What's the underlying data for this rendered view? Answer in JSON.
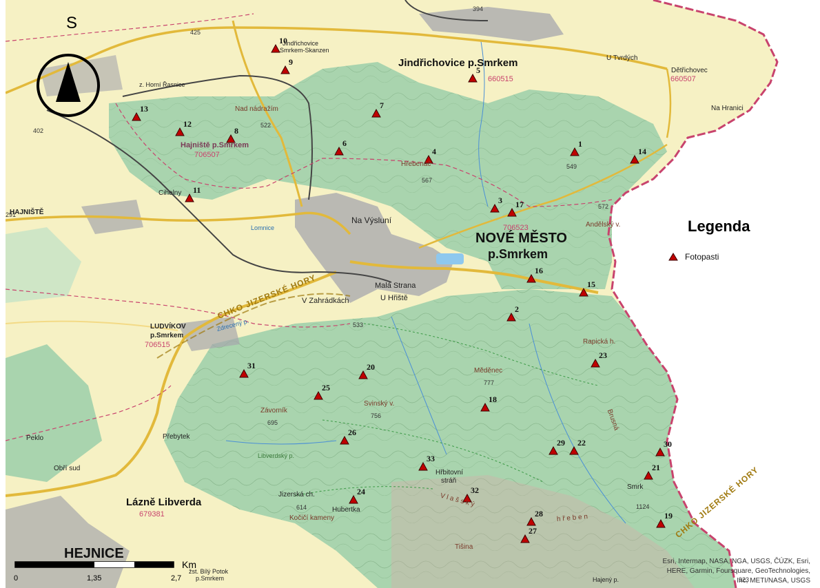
{
  "map": {
    "towns_big": [
      {
        "id": "nove-mesto-1",
        "text": "NOVÉ MĚSTO"
      },
      {
        "id": "nove-mesto-2",
        "text": "p.Smrkem"
      },
      {
        "id": "jindrichovice",
        "text": "Jindřichovice p.Smrkem"
      },
      {
        "id": "hejnice",
        "text": "HEJNICE"
      },
      {
        "id": "lazne-libverda",
        "text": "Lázně Libverda"
      }
    ],
    "places": [
      {
        "id": "na-vysluni",
        "text": "Na Výsluní"
      },
      {
        "id": "mala-strana",
        "text": "Malá Strana"
      },
      {
        "id": "u-hriste",
        "text": "U Hřiště"
      },
      {
        "id": "v-zahradkach",
        "text": "V Zahrádkách"
      },
      {
        "id": "hajniste",
        "text": "HAJNIŠTĚ"
      },
      {
        "id": "ludvikov",
        "text": "LUDVÍKOV"
      },
      {
        "id": "ludvikov-2",
        "text": "p.Smrkem"
      },
      {
        "id": "cihelny",
        "text": "Cihelny"
      },
      {
        "id": "z-horni-rasnice",
        "text": "z. Horní Řasnice"
      },
      {
        "id": "nad-nadrazim",
        "text": "Nad nádražím"
      },
      {
        "id": "hajniste-psmrkem",
        "text": "Hajniště p.Smrkem"
      },
      {
        "id": "hrebenac",
        "text": "Hřebenáč"
      },
      {
        "id": "u-tvrdych",
        "text": "U Tvrdých"
      },
      {
        "id": "detrichovec",
        "text": "Dětřichovec"
      },
      {
        "id": "na-hranici",
        "text": "Na Hranici"
      },
      {
        "id": "andelsky",
        "text": "Andělský v."
      },
      {
        "id": "rapicka",
        "text": "Rapická h."
      },
      {
        "id": "medenec",
        "text": "Měděnec"
      },
      {
        "id": "svinsky",
        "text": "Svinský v."
      },
      {
        "id": "zavornik",
        "text": "Závorník"
      },
      {
        "id": "pekl",
        "text": "Peklo"
      },
      {
        "id": "prebytek",
        "text": "Přebytek"
      },
      {
        "id": "libverdsky",
        "text": "Libverdský p."
      },
      {
        "id": "obri-sud",
        "text": "Obří sud"
      },
      {
        "id": "hrbitovni",
        "text": "Hřbitovní"
      },
      {
        "id": "stran",
        "text": "stráň"
      },
      {
        "id": "jizerska-ch",
        "text": "Jizerská ch."
      },
      {
        "id": "hubertka",
        "text": "Hubertka"
      },
      {
        "id": "kocici",
        "text": "Kočičí kameny"
      },
      {
        "id": "smrk",
        "text": "Smrk"
      },
      {
        "id": "tisina",
        "text": "Tišina"
      },
      {
        "id": "zst-bily-potok",
        "text": "žst. Bílý Potok"
      },
      {
        "id": "zst-bily-potok-2",
        "text": "p.Smrkem"
      },
      {
        "id": "jindrichovice-skanzen",
        "text": "Jindřichovice"
      },
      {
        "id": "jindrichovice-skanzen-2",
        "text": "Smrkem-Skanzen"
      },
      {
        "id": "haleny",
        "text": "Hajený p."
      },
      {
        "id": "lomnice",
        "text": "Lomnice"
      },
      {
        "id": "zdrecny",
        "text": "Zdrecený p."
      },
      {
        "id": "brusna",
        "text": "Brusná"
      },
      {
        "id": "vlassky",
        "text": "V l a š s k ý"
      },
      {
        "id": "hreben",
        "text": "h ř e b e n"
      }
    ],
    "codes": [
      {
        "id": "c660515",
        "text": "660515"
      },
      {
        "id": "c660507",
        "text": "660507"
      },
      {
        "id": "c706507",
        "text": "706507"
      },
      {
        "id": "c706523",
        "text": "706523"
      },
      {
        "id": "c706515",
        "text": "706515"
      },
      {
        "id": "c679381",
        "text": "679381"
      }
    ],
    "peaks": [
      {
        "id": "p394",
        "text": "394"
      },
      {
        "id": "p425",
        "text": "425"
      },
      {
        "id": "p402",
        "text": "402"
      },
      {
        "id": "p522",
        "text": "522"
      },
      {
        "id": "p567",
        "text": "567"
      },
      {
        "id": "p549",
        "text": "549"
      },
      {
        "id": "p572",
        "text": "572"
      },
      {
        "id": "p533",
        "text": "533"
      },
      {
        "id": "p777",
        "text": "777"
      },
      {
        "id": "p756",
        "text": "756"
      },
      {
        "id": "p695",
        "text": "695"
      },
      {
        "id": "p614",
        "text": "614"
      },
      {
        "id": "p1124",
        "text": "1124"
      },
      {
        "id": "p923",
        "text": "923"
      },
      {
        "id": "p291",
        "text": "291"
      }
    ],
    "chko": [
      {
        "id": "chko-1",
        "text": "CHKO JIZERSKÉ HORY"
      },
      {
        "id": "chko-2",
        "text": "CHKO JIZERSKÉ HORY"
      }
    ]
  },
  "traps": [
    "1",
    "2",
    "3",
    "4",
    "5",
    "6",
    "7",
    "8",
    "9",
    "10",
    "11",
    "12",
    "13",
    "14",
    "15",
    "16",
    "17",
    "18",
    "19",
    "20",
    "21",
    "22",
    "23",
    "24",
    "25",
    "26",
    "27",
    "28",
    "29",
    "30",
    "31",
    "32",
    "33"
  ],
  "legend": {
    "title": "Legenda",
    "item_label": "Fotopasti",
    "marker_color": "#c00000"
  },
  "north_arrow": {
    "letter": "S"
  },
  "scalebar": {
    "unit": "Km",
    "ticks": [
      "0",
      "1,35",
      "2,7"
    ]
  },
  "attribution": "Esri, Intermap, NASA, NGA, USGS, ČÚZK, Esri, HERE, Garmin, Foursquare, GeoTechnologies, Inc, METI/NASA, USGS",
  "colors": {
    "forest": "#a9d4ae",
    "forest_dark": "#8cc494",
    "meadow": "#f6f1c4",
    "border": "#c8436d",
    "road": "#e2b93b",
    "built": "#a6a6ad"
  }
}
